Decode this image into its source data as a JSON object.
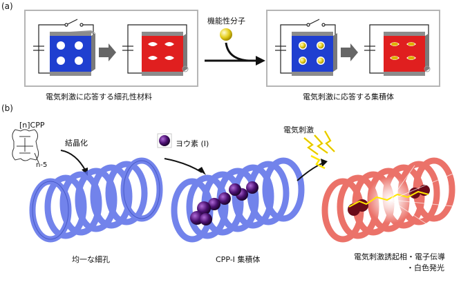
{
  "panel_a": {
    "tag": "(a)",
    "left_caption": "電気刺激に応答する細孔性材料",
    "right_caption": "電気刺激に応答する集積体",
    "molecule_label": "機能性分子"
  },
  "panel_b": {
    "tag": "(b)",
    "cpp_label_bracket": "[n]CPP",
    "cpp_sub": "n-5",
    "crystallize_label": "結晶化",
    "iodine_label": "ヨウ素 (I)",
    "stimulus_label": "電気刺激",
    "pores_caption": "均一な細孔",
    "assembly_caption": "CPP-I 集積体",
    "result_line1": "電気刺激誘起相・電子伝導",
    "result_line2": "・白色発光"
  },
  "colors": {
    "blue_block": "#1f3fd0",
    "red_block": "#e01f1f",
    "gray_frame": "#8c8c8c",
    "iodine": "#3a0a58",
    "ring_blue": "#5a6ee8",
    "ring_red": "#e85a50",
    "spark": "#ffe600"
  }
}
